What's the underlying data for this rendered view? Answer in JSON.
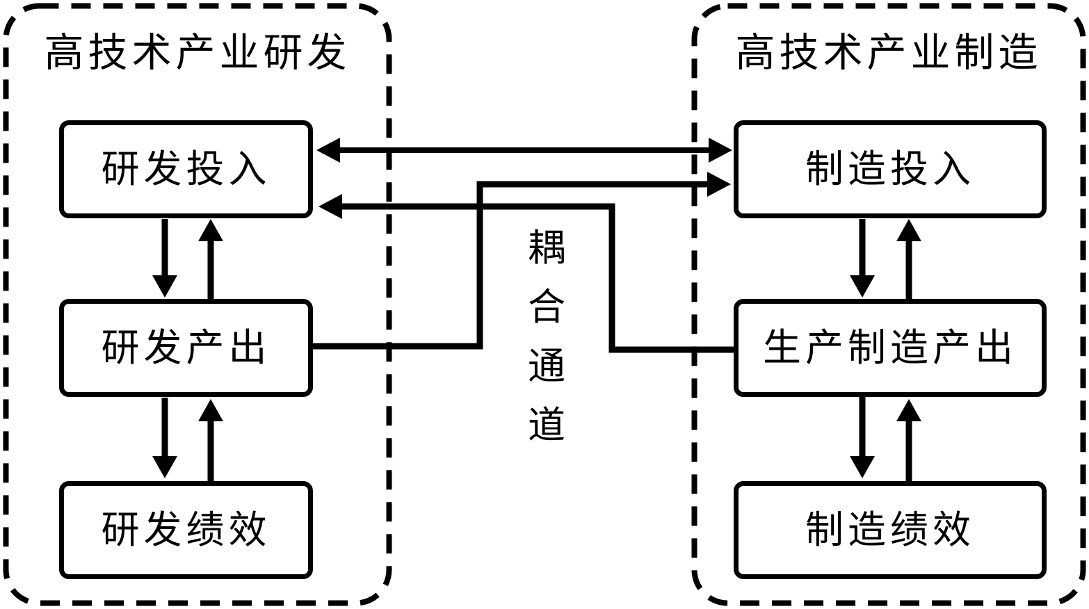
{
  "diagram": {
    "left_group": {
      "title": "高技术产业研发",
      "boxes": [
        {
          "label": "研发投入"
        },
        {
          "label": "研发产出"
        },
        {
          "label": "研发绩效"
        }
      ]
    },
    "right_group": {
      "title": "高技术产业制造",
      "boxes": [
        {
          "label": "制造投入"
        },
        {
          "label": "生产制造产出"
        },
        {
          "label": "制造绩效"
        }
      ]
    },
    "center_label": {
      "text": "耦合通道",
      "chars": [
        "耦",
        "合",
        "通",
        "道"
      ]
    },
    "colors": {
      "line": "#000000",
      "background": "#ffffff"
    }
  }
}
